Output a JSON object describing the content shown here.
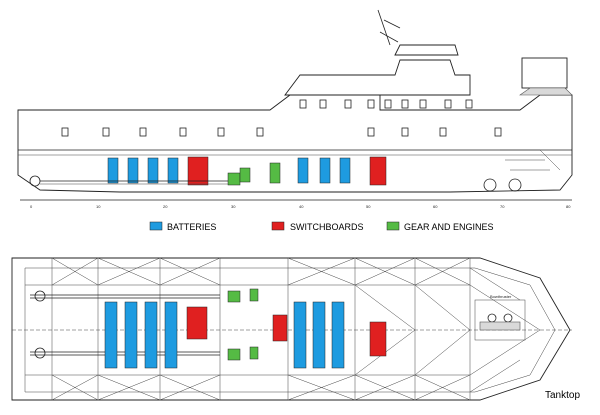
{
  "legend": {
    "batteries": "BATTERIES",
    "switchboards": "SWITCHBOARDS",
    "gear_engines": "GEAR AND ENGINES"
  },
  "colors": {
    "battery": "#1e9be0",
    "switchboard": "#e02020",
    "gear": "#55bb44"
  },
  "plan": {
    "caption": "Tanktop",
    "labels": [
      "Bowthruster"
    ]
  },
  "profile_scale": [
    "0",
    "10",
    "20",
    "30",
    "40",
    "50",
    "60",
    "70",
    "80"
  ]
}
